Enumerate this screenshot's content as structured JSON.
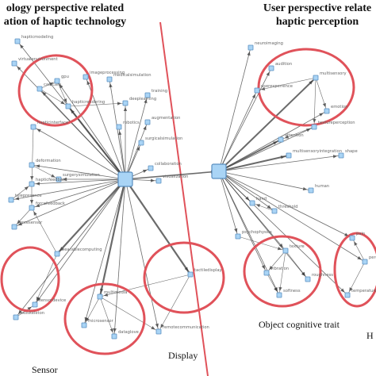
{
  "titles": {
    "left": [
      "ology perspective related",
      "ation of haptic technology"
    ],
    "right": [
      "User perspective relate",
      "haptic perception"
    ]
  },
  "captions": {
    "sensor": "Sensor",
    "display": "Display",
    "object_trait": "Object cognitive trait",
    "h": "H"
  },
  "colors": {
    "node_fill": "#a9d4f5",
    "node_stroke": "#5a8fc0",
    "edge": "#3a3a3a",
    "ellipse": "#e0525a",
    "divider": "#e0525a",
    "label": "#666666"
  },
  "nodes": [
    {
      "id": "hub",
      "hub": true,
      "label": ""
    },
    {
      "id": "hub2",
      "hub": true,
      "label": ""
    },
    {
      "id": "n-haptic",
      "label": "hapticmodeling"
    },
    {
      "id": "n-virtual",
      "label": "virtualenvironment"
    },
    {
      "id": "n-cad",
      "label": "cad/cam"
    },
    {
      "id": "n-gpu",
      "label": "gpu"
    },
    {
      "id": "n-images",
      "label": "imageprocessing"
    },
    {
      "id": "n-medsim",
      "label": "medicalsimulation"
    },
    {
      "id": "n-rend",
      "label": "hapticrendering"
    },
    {
      "id": "n-train",
      "label": "training"
    },
    {
      "id": "n-deep",
      "label": "deeplearning"
    },
    {
      "id": "n-augm",
      "label": "augmentation"
    },
    {
      "id": "n-robot",
      "label": "robotics"
    },
    {
      "id": "n-surg",
      "label": "surgicalsimulation"
    },
    {
      "id": "n-collab",
      "label": "collaboration"
    },
    {
      "id": "n-viz",
      "label": "visualization"
    },
    {
      "id": "n-haptint",
      "label": "hapticinterface"
    },
    {
      "id": "n-deform",
      "label": "deformation"
    },
    {
      "id": "n-surgsim2",
      "label": "surgerysimulation"
    },
    {
      "id": "n-feedback",
      "label": "hapticfeedback"
    },
    {
      "id": "n-telep",
      "label": "telepresence"
    },
    {
      "id": "n-force",
      "label": "forcefeedback"
    },
    {
      "id": "n-forcesens",
      "label": "forcesensor"
    },
    {
      "id": "n-wear",
      "label": "wearablecomputing"
    },
    {
      "id": "n-tactile",
      "label": "tactiledisplay"
    },
    {
      "id": "n-multi",
      "label": "multimedia"
    },
    {
      "id": "n-micro",
      "label": "microsensor"
    },
    {
      "id": "n-glove",
      "label": "dataglove"
    },
    {
      "id": "n-remote",
      "label": "remotecommunication"
    },
    {
      "id": "n-sensdev",
      "label": "sensordevice"
    },
    {
      "id": "n-exo",
      "label": "exoskeleton"
    },
    {
      "id": "n-neuro",
      "label": "neuroimaging"
    },
    {
      "id": "n-audio",
      "label": "audition"
    },
    {
      "id": "n-multisens",
      "label": "multisensory"
    },
    {
      "id": "n-userexp",
      "label": "userexperience"
    },
    {
      "id": "n-emotion",
      "label": "emotion"
    },
    {
      "id": "n-attention",
      "label": "attention"
    },
    {
      "id": "n-texture",
      "label": "textureperception"
    },
    {
      "id": "n-integ",
      "label": "multisensoryintegration"
    },
    {
      "id": "n-human",
      "label": "human"
    },
    {
      "id": "n-hand",
      "label": "hand"
    },
    {
      "id": "n-thresh",
      "label": "threshold"
    },
    {
      "id": "n-psych",
      "label": "psychophysics"
    },
    {
      "id": "n-texture2",
      "label": "texture"
    },
    {
      "id": "n-vibr",
      "label": "vibration"
    },
    {
      "id": "n-roughness",
      "label": "roughness"
    },
    {
      "id": "n-softness",
      "label": "softness"
    },
    {
      "id": "n-perc",
      "label": "perception"
    },
    {
      "id": "n-pain",
      "label": "pain"
    },
    {
      "id": "n-temp",
      "label": "temperature"
    },
    {
      "id": "n-shape",
      "label": "shape"
    }
  ]
}
